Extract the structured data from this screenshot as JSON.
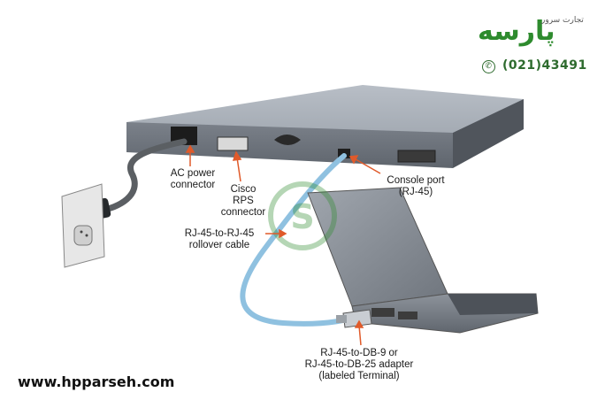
{
  "brand": {
    "name": "پارسه",
    "subtitle": "تجارت\nسرور",
    "phone": "(021)43491",
    "website": "www.hpparseh.com"
  },
  "labels": {
    "ac_power": "AC power\nconnector",
    "cisco_rps": "Cisco\nRPS\nconnector",
    "rollover": "RJ-45-to-RJ-45\nrollover cable",
    "console": "Console port\n(RJ-45)",
    "adapter": "RJ-45-to-DB-9 or\nRJ-45-to-DB-25 adapter\n(labeled Terminal)"
  },
  "colors": {
    "switch_body": "#7d838c",
    "switch_top": "#a7adb5",
    "laptop": "#8a9098",
    "cable_blue": "#8fc1e0",
    "power_cable": "#5b5f63",
    "arrow": "#e05a2a",
    "brand_green": "#2e8b2e"
  }
}
